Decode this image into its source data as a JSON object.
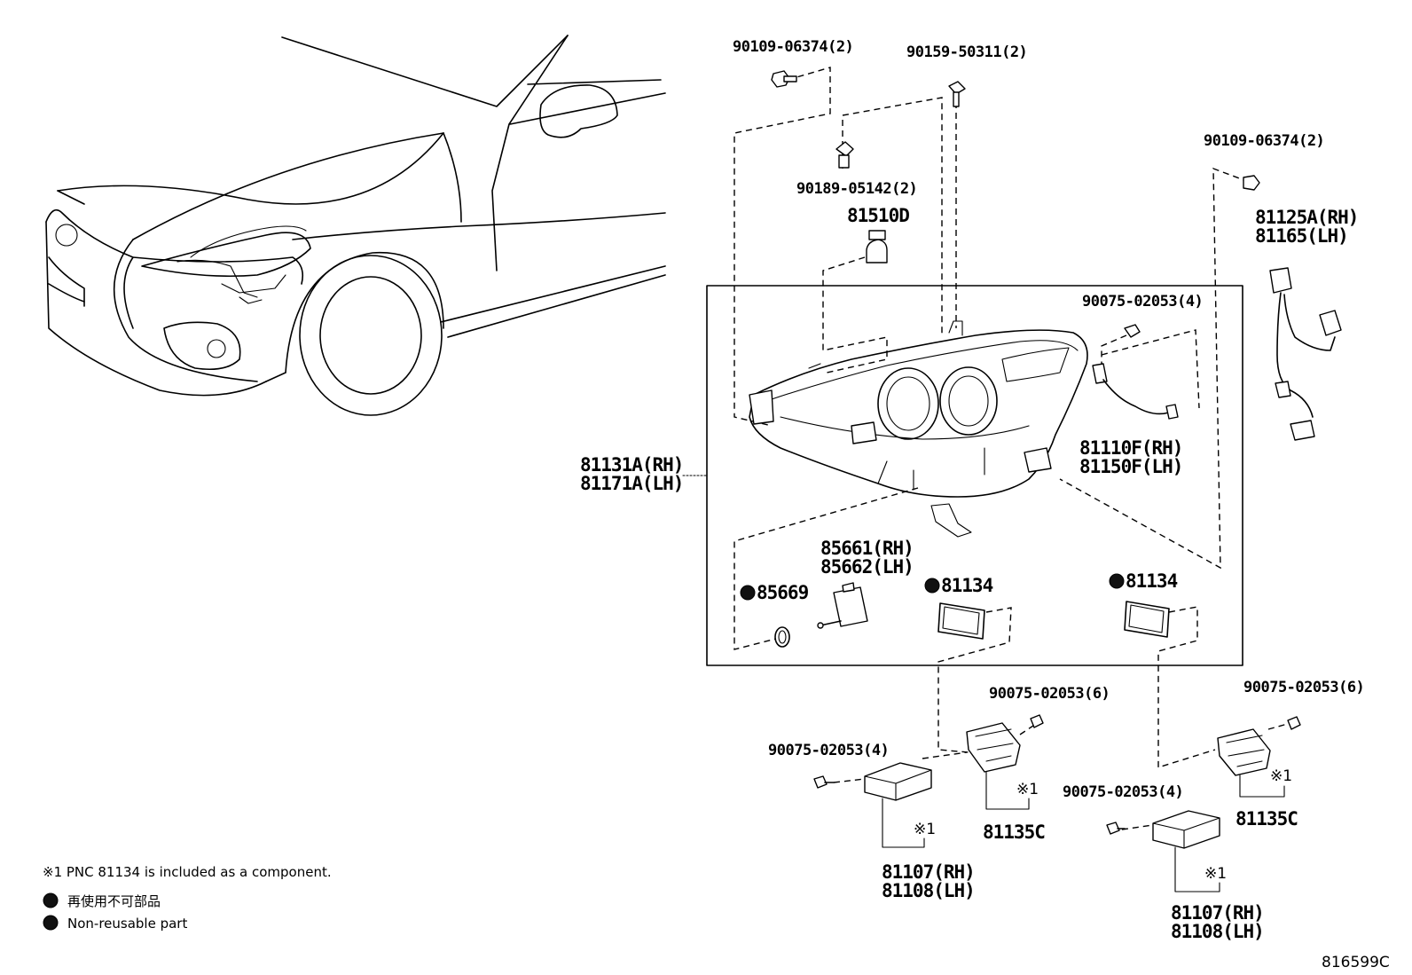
{
  "labels": {
    "bolt_top_left": "90109-06374(2)",
    "screw_top": "90159-50311(2)",
    "clip": "90189-05142(2)",
    "bulb": "81510D",
    "bolt_right_top": "90109-06374(2)",
    "socket_rh": "81125A(RH)",
    "socket_lh": "81165(LH)",
    "screw_upper_right": "90075-02053(4)",
    "wire_rh": "81110F(RH)",
    "wire_lh": "81150F(LH)",
    "headlamp_rh": "81131A(RH)",
    "headlamp_lh": "81171A(LH)",
    "actuator_rh": "85661(RH)",
    "actuator_lh": "85662(LH)",
    "oring": "85669",
    "gasket_left": "81134",
    "gasket_right": "81134",
    "screw_bracket_left": "90075-02053(6)",
    "screw_bracket_right": "90075-02053(6)",
    "screw_computer_left": "90075-02053(4)",
    "screw_computer_right": "90075-02053(4)",
    "bracket_left": "81135C",
    "bracket_right": "81135C",
    "computer_left_rh": "81107(RH)",
    "computer_left_lh": "81108(LH)",
    "computer_right_rh": "81107(RH)",
    "computer_right_lh": "81108(LH)",
    "mark_1": "※1",
    "mark_2": "※1",
    "mark_3": "※1",
    "mark_4": "※1"
  },
  "notes": {
    "pnc_note": "※1 PNC 81134 is included as a component.",
    "nonreusable_jp": "再使用不可部品",
    "nonreusable_en": "Non-reusable part"
  },
  "reference_code": "816599C"
}
